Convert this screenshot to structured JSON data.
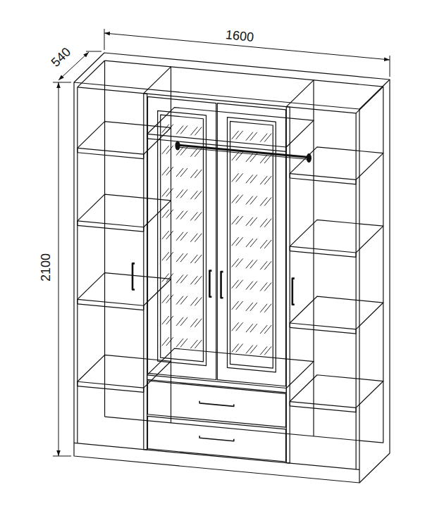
{
  "diagram": {
    "labels": [
      "1600",
      "540",
      "2100"
    ]
  }
}
